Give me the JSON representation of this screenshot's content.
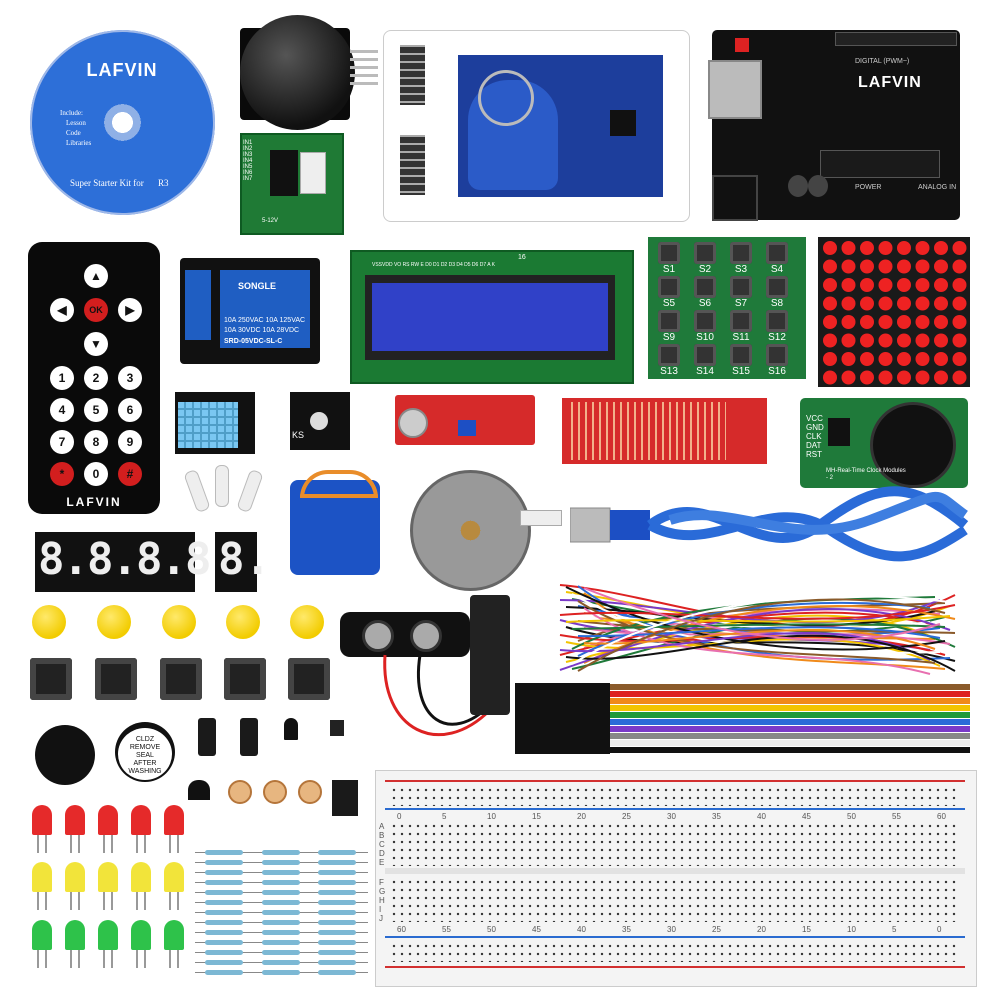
{
  "cd": {
    "brand": "LAFVIN",
    "include_title": "Include:",
    "include_items": [
      "Lesson",
      "Code",
      "Libraries"
    ],
    "bottom_text": "Super Starter Kit for",
    "bottom_model": "R3"
  },
  "uln_board": {
    "labels": [
      "IN1",
      "IN2",
      "IN3",
      "IN4",
      "IN5",
      "IN6",
      "IN7"
    ],
    "voltage": "5-12V"
  },
  "arduino": {
    "brand": "LAFVIN",
    "digital_label": "DIGITAL (PWM~)",
    "power_label": "POWER",
    "analog_label": "ANALOG IN"
  },
  "remote": {
    "ok_label": "OK",
    "keys": [
      "1",
      "2",
      "3",
      "4",
      "5",
      "6",
      "7",
      "8",
      "9",
      "*",
      "0",
      "#"
    ],
    "brand": "LAFVIN"
  },
  "relay": {
    "brand": "SONGLE",
    "ratings": [
      "10A 250VAC 10A 125VAC",
      "10A 30VDC 10A 28VDC"
    ],
    "model": "SRD-05VDC-SL-C"
  },
  "lcd": {
    "pin_label": "VSSVDD VO RS RW E D0 D1 D2 D3 D4 D5 D6 D7 A K",
    "pin_number": "16"
  },
  "keypad": {
    "keys": [
      "S1",
      "S2",
      "S3",
      "S4",
      "S5",
      "S6",
      "S7",
      "S8",
      "S9",
      "S10",
      "S11",
      "S12",
      "S13",
      "S14",
      "S15",
      "S16"
    ]
  },
  "ks_module": {
    "label": "KS"
  },
  "rtc": {
    "pins": [
      "VCC",
      "GND",
      "CLK",
      "DAT",
      "RST"
    ],
    "caption": "MH-Real-Time Clock Modules - 2"
  },
  "seven_segment": {
    "four_digit": "8.8.8.8.",
    "single_digit": "8."
  },
  "buzzer_sticker": {
    "lines": [
      "CLDZ",
      "REMOVE",
      "SEAL",
      "AFTER",
      "WASHING"
    ]
  },
  "breadboard": {
    "top_numbers": [
      "0",
      "5",
      "10",
      "15",
      "20",
      "25",
      "30",
      "35",
      "40",
      "45",
      "50",
      "55",
      "60"
    ],
    "bottom_numbers": [
      "60",
      "55",
      "50",
      "45",
      "40",
      "35",
      "30",
      "25",
      "20",
      "15",
      "10",
      "5",
      "0"
    ],
    "row_letters_top": [
      "A",
      "B",
      "C",
      "D",
      "E"
    ],
    "row_letters_bottom": [
      "F",
      "G",
      "H",
      "I",
      "J"
    ]
  },
  "colors": {
    "pcb_green": "#1f7a3a",
    "pcb_blue": "#1d3e9c",
    "pcb_red": "#d62a2a",
    "cd_blue": "#2d6fd8",
    "button_yellow": "#f2cc00",
    "led_red": "#e52a2a",
    "led_yellow": "#f2e43a",
    "led_green": "#2ec24a"
  }
}
